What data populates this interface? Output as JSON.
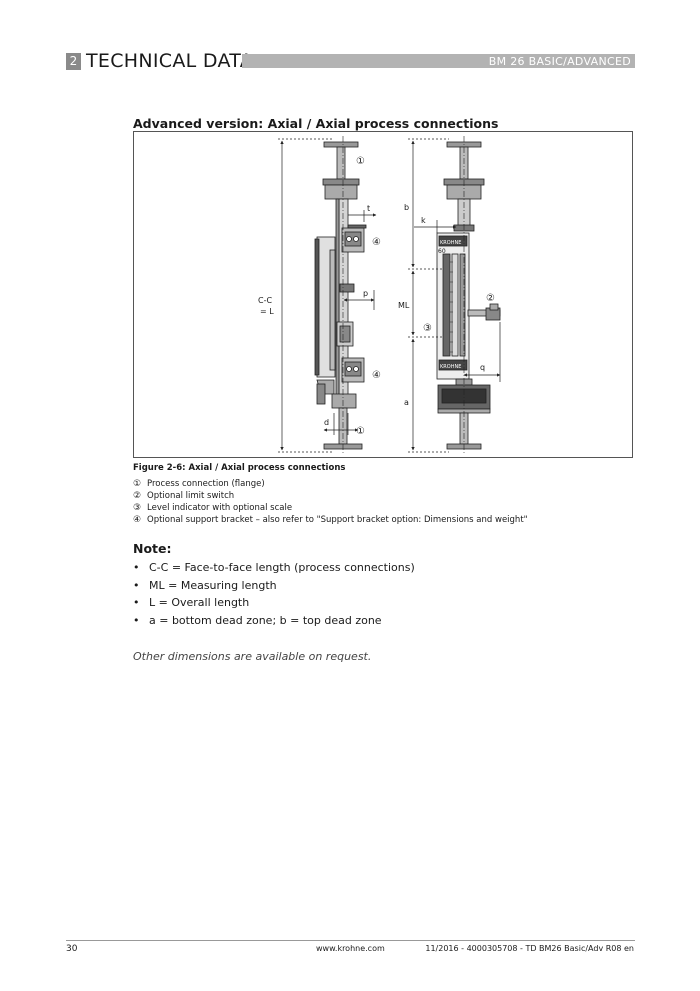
{
  "header": {
    "chapter_number": "2",
    "chapter_title": "TECHNICAL DATA",
    "product": "BM 26 BASIC/ADVANCED"
  },
  "figure": {
    "title": "Advanced version: Axial / Axial process connections",
    "caption": "Figure 2-6: Axial / Axial process connections",
    "labels": {
      "cc": "C-C",
      "eq_l": "= L",
      "t": "t",
      "p": "p",
      "d": "d",
      "b": "b",
      "k": "k",
      "ml": "ML",
      "q": "q",
      "a": "a",
      "scale_top": "60",
      "brand": "KROHNE"
    },
    "callouts": {
      "c1": "①",
      "c2": "②",
      "c3": "③",
      "c4": "④"
    }
  },
  "legend": [
    {
      "num": "①",
      "text": "Process connection (flange)"
    },
    {
      "num": "②",
      "text": "Optional limit switch"
    },
    {
      "num": "③",
      "text": "Level indicator with optional scale"
    },
    {
      "num": "④",
      "text": "Optional support bracket – also refer to \"Support bracket option: Dimensions and weight\""
    }
  ],
  "note": {
    "title": "Note:",
    "items": [
      "C-C = Face-to-face length (process connections)",
      "ML = Measuring length",
      "L = Overall length",
      "a = bottom dead zone; b = top dead zone"
    ]
  },
  "request_text": "Other dimensions are available on request.",
  "footer": {
    "page": "30",
    "url": "www.krohne.com",
    "doc": "11/2016 - 4000305708 - TD BM26 Basic/Adv R08 en"
  }
}
